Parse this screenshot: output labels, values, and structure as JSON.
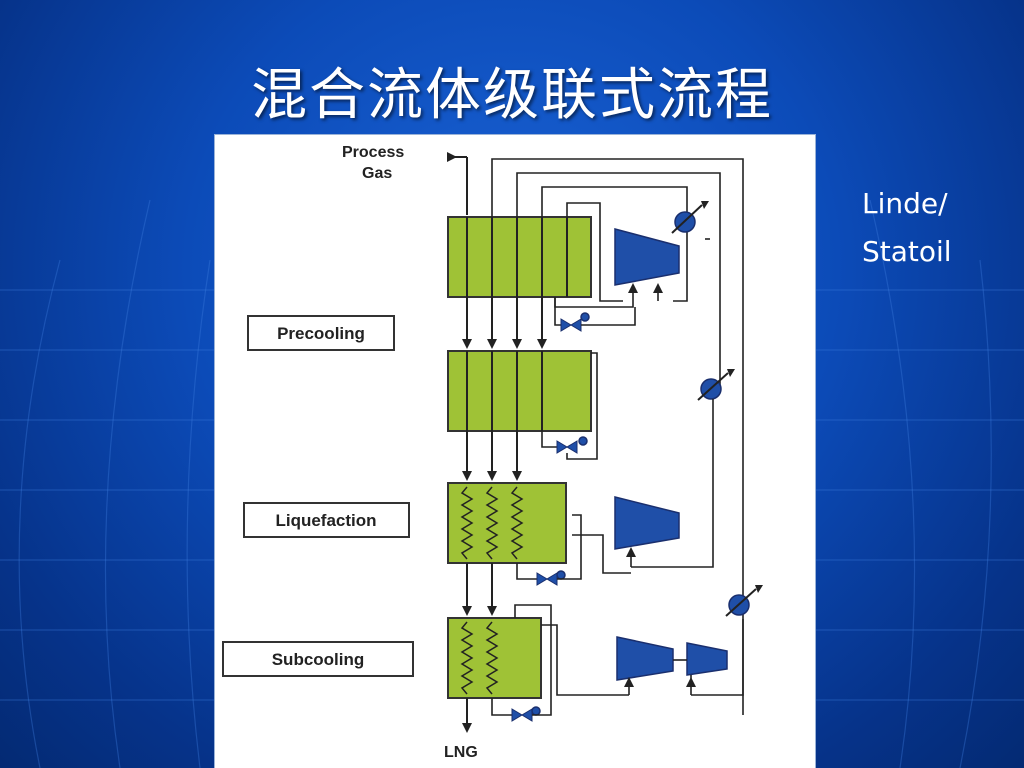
{
  "slide": {
    "title": "混合流体级联式流程",
    "side_note": [
      "Linde/",
      "Statoil"
    ]
  },
  "diagram": {
    "stream_labels": {
      "inlet": [
        "Process",
        "Gas"
      ],
      "outlet": "LNG"
    },
    "stage_labels": [
      "Precooling",
      "Liquefaction",
      "Subcooling"
    ]
  }
}
